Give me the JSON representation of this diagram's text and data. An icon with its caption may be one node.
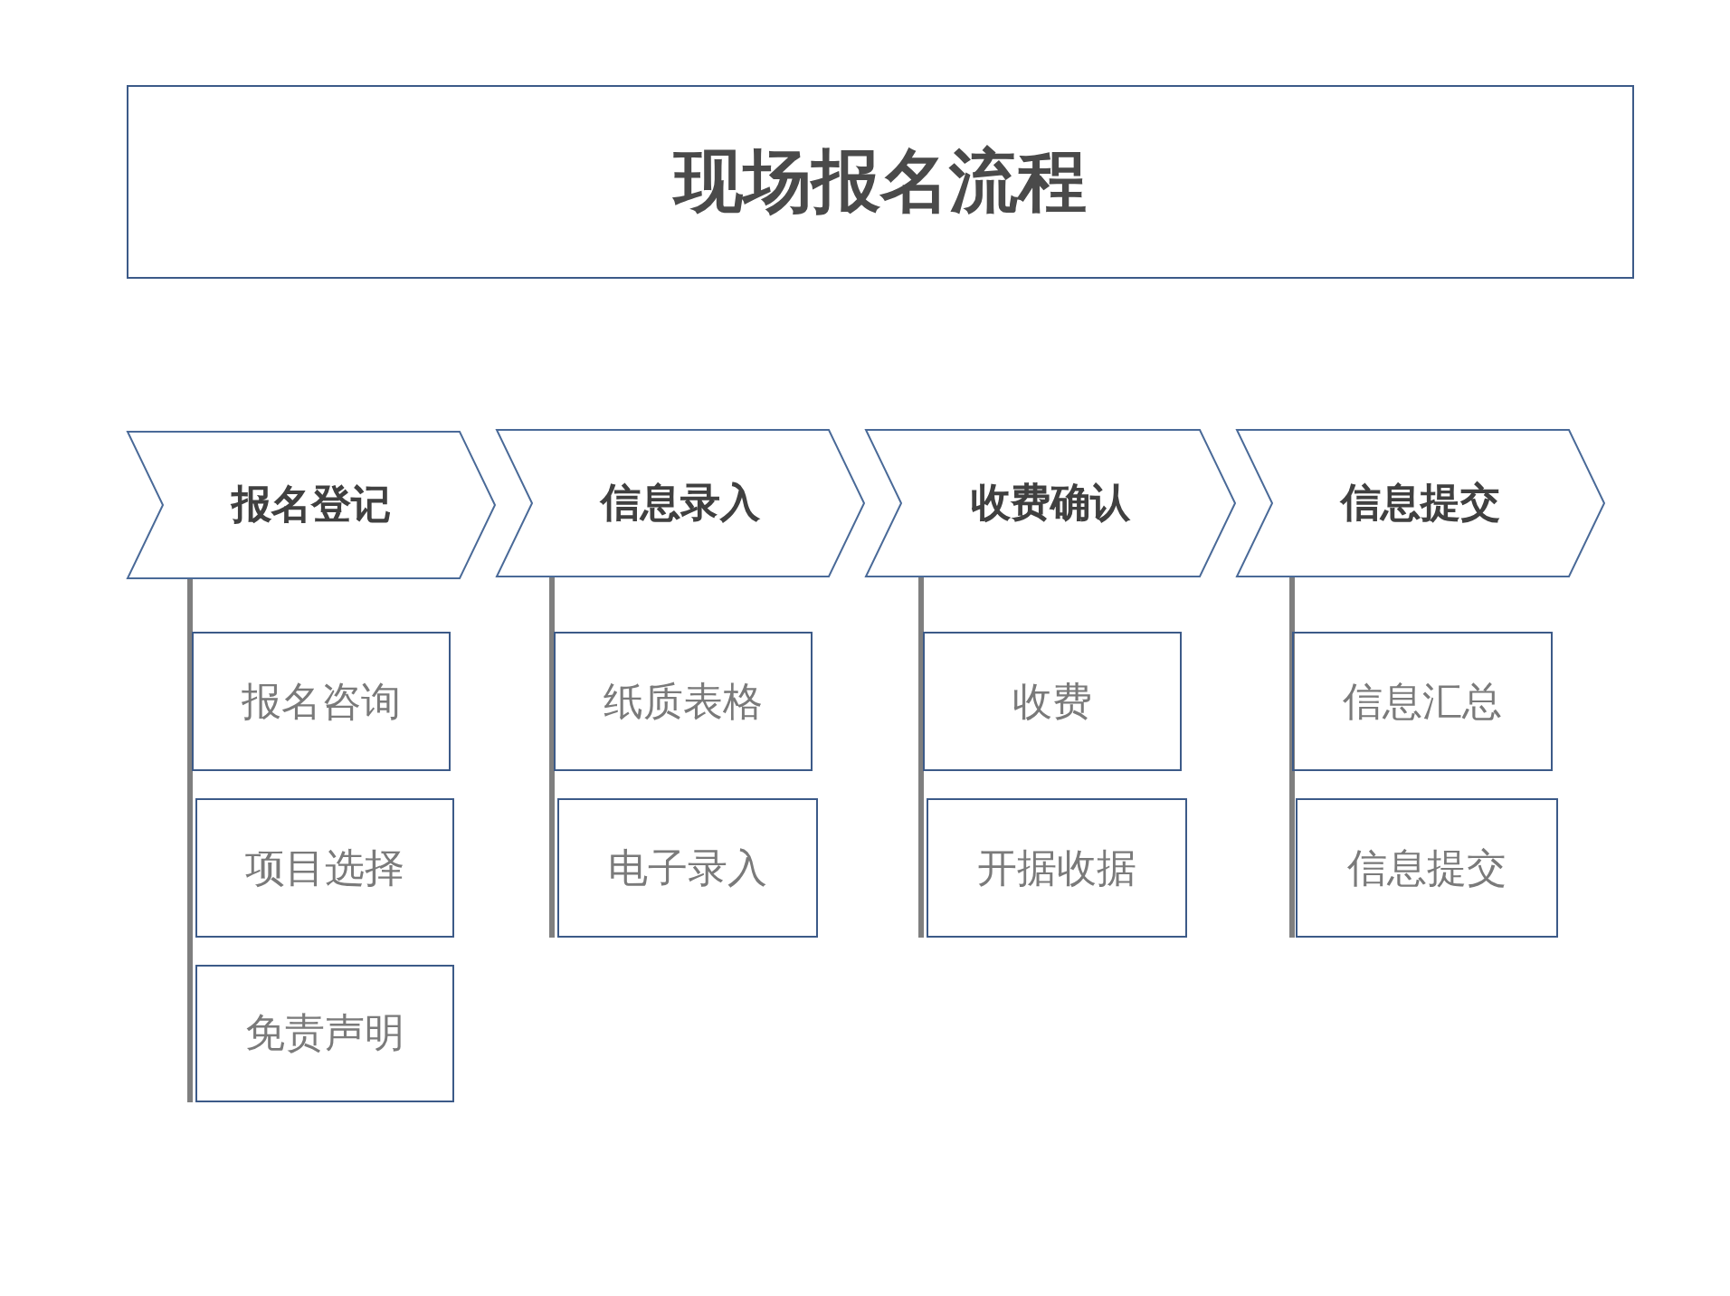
{
  "diagram": {
    "title": "现场报名流程",
    "nodes": [
      {
        "text": [
          "报名登记"
        ]
      },
      {
        "text": [
          "报名咨询"
        ]
      },
      {
        "text": [
          "项目选择"
        ]
      },
      {
        "text": [
          "免责声明"
        ]
      },
      {
        "text": [
          "信息录入"
        ]
      },
      {
        "text": [
          "纸质表格"
        ]
      },
      {
        "text": [
          "电子录入"
        ]
      },
      {
        "text": [
          "收费确认"
        ]
      },
      {
        "text": [
          "收费"
        ]
      },
      {
        "text": [
          "开据收据"
        ]
      },
      {
        "text": [
          "信息提交"
        ]
      },
      {
        "text": [
          "信息汇总"
        ]
      },
      {
        "text": [
          "信息提交"
        ]
      }
    ],
    "edges": [
      {
        "from": 0,
        "to": 1,
        "arrow": "none"
      },
      {
        "from": 0,
        "to": 2,
        "arrow": "none"
      },
      {
        "from": 0,
        "to": 3,
        "arrow": "none"
      },
      {
        "from": 4,
        "to": 5,
        "arrow": "none"
      },
      {
        "from": 4,
        "to": 6,
        "arrow": "none"
      },
      {
        "from": 7,
        "to": 8,
        "arrow": "none"
      },
      {
        "from": 7,
        "to": 9,
        "arrow": "none"
      },
      {
        "from": 10,
        "to": 11,
        "arrow": "none"
      },
      {
        "from": 10,
        "to": 12,
        "arrow": "none"
      }
    ]
  }
}
